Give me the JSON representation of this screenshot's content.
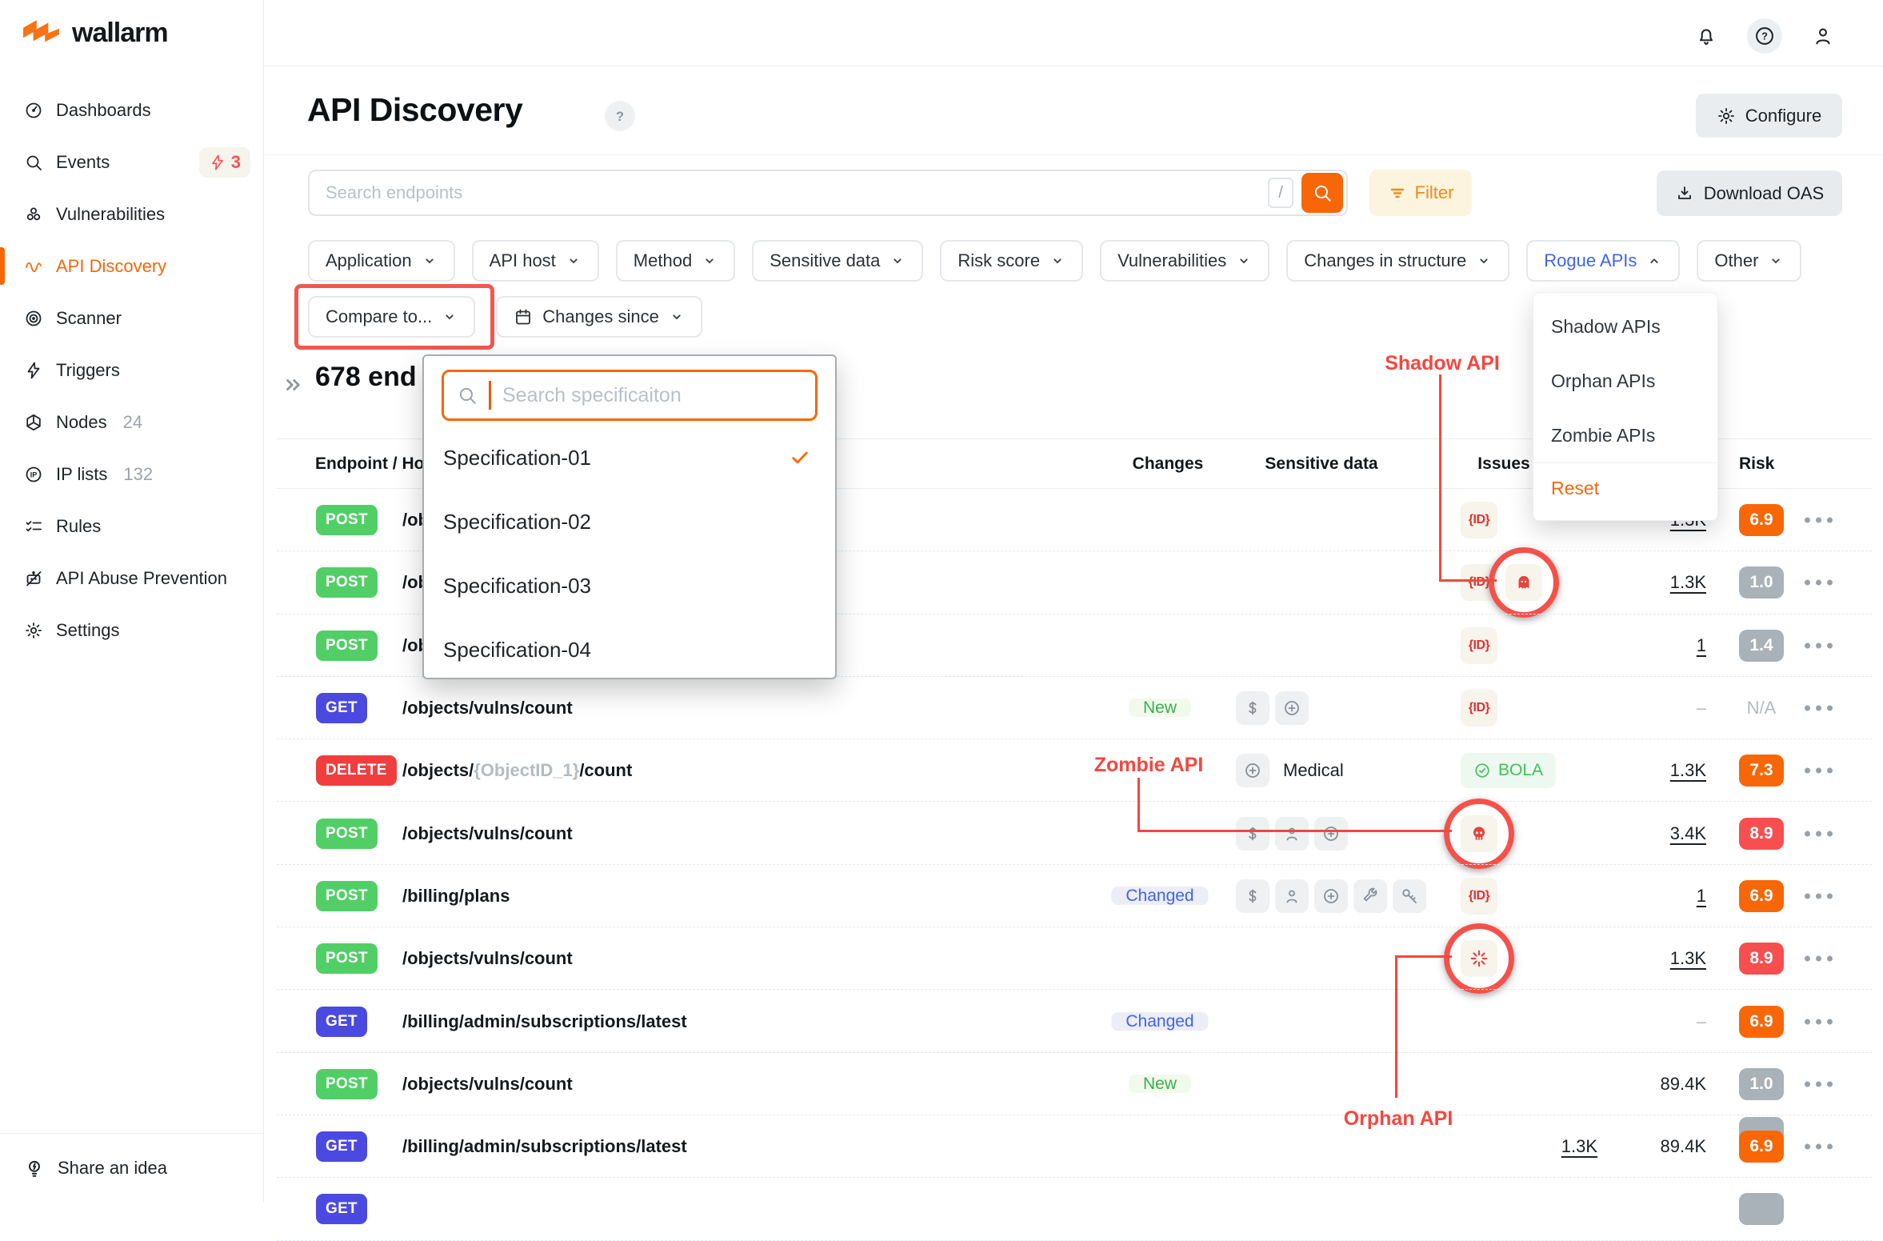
{
  "brand": {
    "name": "wallarm"
  },
  "topbar": {
    "icons": [
      {
        "name": "bell"
      },
      {
        "name": "help"
      },
      {
        "name": "user"
      }
    ]
  },
  "page": {
    "title": "API Discovery",
    "configure_label": "Configure"
  },
  "search": {
    "placeholder": "Search endpoints",
    "shortcut_key": "/",
    "filter_label": "Filter",
    "download_label": "Download OAS"
  },
  "sidebar": {
    "items": [
      {
        "icon": "gauge",
        "label": "Dashboards"
      },
      {
        "icon": "search",
        "label": "Events",
        "badge": "3"
      },
      {
        "icon": "biohazard",
        "label": "Vulnerabilities"
      },
      {
        "icon": "pulse",
        "label": "API Discovery",
        "active": true
      },
      {
        "icon": "scanner",
        "label": "Scanner"
      },
      {
        "icon": "bolt",
        "label": "Triggers"
      },
      {
        "icon": "nodes",
        "label": "Nodes",
        "count": "24"
      },
      {
        "icon": "ip",
        "label": "IP lists",
        "count": "132"
      },
      {
        "icon": "rules",
        "label": "Rules"
      },
      {
        "icon": "robot",
        "label": "API Abuse Prevention"
      },
      {
        "icon": "gear",
        "label": "Settings"
      }
    ],
    "footer_label": "Share an idea"
  },
  "filters": {
    "chips": [
      {
        "label": "Application",
        "state": "closed"
      },
      {
        "label": "API host",
        "state": "closed"
      },
      {
        "label": "Method",
        "state": "closed"
      },
      {
        "label": "Sensitive data",
        "state": "closed"
      },
      {
        "label": "Risk score",
        "state": "closed"
      },
      {
        "label": "Vulnerabilities",
        "state": "closed"
      },
      {
        "label": "Changes in structure",
        "state": "closed"
      },
      {
        "label": "Rogue APIs",
        "state": "open",
        "accent": true
      },
      {
        "label": "Other",
        "state": "closed"
      }
    ],
    "compare_label": "Compare to...",
    "changes_since_label": "Changes since"
  },
  "rogue_menu": {
    "items": [
      "Shadow APIs",
      "Orphan APIs",
      "Zombie APIs"
    ],
    "reset_label": "Reset"
  },
  "spec_menu": {
    "search_placeholder": "Search specificaiton",
    "items": [
      {
        "label": "Specification-01",
        "checked": true
      },
      {
        "label": "Specification-02",
        "checked": false
      },
      {
        "label": "Specification-03",
        "checked": false
      },
      {
        "label": "Specification-04",
        "checked": false
      }
    ]
  },
  "table": {
    "heading": "678 end",
    "columns": [
      "Endpoint / Ho",
      "Changes",
      "Sensitive data",
      "Issues",
      "Risk"
    ],
    "rows": [
      {
        "method": "POST",
        "path": [
          {
            "t": "/ob"
          }
        ],
        "changes": "",
        "sensitive": [],
        "issues": [
          {
            "type": "id"
          }
        ],
        "b": {
          "t": "1.3K",
          "link": true
        },
        "risk": {
          "v": "6.9",
          "c": "orange"
        }
      },
      {
        "method": "POST",
        "path": [
          {
            "t": "/ob"
          }
        ],
        "changes": "",
        "sensitive": [],
        "issues": [
          {
            "type": "id"
          },
          {
            "type": "ghost",
            "circled": true
          }
        ],
        "b": {
          "t": "1.3K",
          "link": true
        },
        "risk": {
          "v": "1.0",
          "c": "gray"
        }
      },
      {
        "method": "POST",
        "path": [
          {
            "t": "/ob"
          }
        ],
        "changes": "",
        "sensitive": [],
        "issues": [
          {
            "type": "id"
          }
        ],
        "b": {
          "t": "1",
          "link": true
        },
        "risk": {
          "v": "1.4",
          "c": "gray"
        }
      },
      {
        "method": "GET",
        "path": [
          {
            "t": "/objects/vulns/count"
          }
        ],
        "changes": "New",
        "sensitive": [
          "dollar",
          "medical"
        ],
        "issues": [
          {
            "type": "id"
          }
        ],
        "b": {
          "t": "–"
        },
        "risk": {
          "v": "N/A",
          "c": "na"
        }
      },
      {
        "method": "DELETE",
        "path": [
          {
            "t": "/objects/"
          },
          {
            "t": "{ObjectID_1}",
            "muted": true
          },
          {
            "t": "/count"
          }
        ],
        "changes": "",
        "sensitive": [
          "medical"
        ],
        "sensitive_label": "Medical",
        "issues": [
          {
            "type": "bola",
            "label": "BOLA"
          }
        ],
        "b": {
          "t": "1.3K",
          "link": true
        },
        "risk": {
          "v": "7.3",
          "c": "orange"
        }
      },
      {
        "method": "POST",
        "path": [
          {
            "t": "/objects/vulns/count"
          }
        ],
        "changes": "",
        "sensitive": [
          "dollar",
          "person",
          "medical"
        ],
        "issues": [
          {
            "type": "skull",
            "circled": true
          }
        ],
        "b": {
          "t": "3.4K",
          "link": true
        },
        "risk": {
          "v": "8.9",
          "c": "red"
        }
      },
      {
        "method": "POST",
        "path": [
          {
            "t": "/billing/plans"
          }
        ],
        "changes": "Changed",
        "sensitive": [
          "dollar",
          "person",
          "medical",
          "wrench",
          "key"
        ],
        "issues": [
          {
            "type": "id"
          }
        ],
        "b": {
          "t": "1",
          "link": true
        },
        "risk": {
          "v": "6.9",
          "c": "orange"
        }
      },
      {
        "method": "POST",
        "path": [
          {
            "t": "/objects/vulns/count"
          }
        ],
        "changes": "",
        "sensitive": [],
        "issues": [
          {
            "type": "burst",
            "circled": true
          }
        ],
        "b": {
          "t": "1.3K",
          "link": true
        },
        "risk": {
          "v": "8.9",
          "c": "red"
        }
      },
      {
        "method": "GET",
        "path": [
          {
            "t": "/billing/admin/subscriptions/latest"
          }
        ],
        "changes": "Changed",
        "sensitive": [],
        "issues": [],
        "b": {
          "t": "–"
        },
        "risk": {
          "v": "6.9",
          "c": "orange"
        }
      },
      {
        "method": "POST",
        "path": [
          {
            "t": "/objects/vulns/count"
          }
        ],
        "changes": "New",
        "sensitive": [],
        "issues": [],
        "b": {
          "t": "89.4K"
        },
        "risk": {
          "v": "1.0",
          "c": "gray"
        }
      },
      {
        "method": "GET",
        "path": [
          {
            "t": "/billing/admin/subscriptions/latest"
          }
        ],
        "changes": "",
        "sensitive": [],
        "issues": [],
        "a": {
          "t": "1.3K",
          "link": true
        },
        "b": {
          "t": "89.4K"
        },
        "risk": {
          "v": "6.9",
          "c": "orange"
        },
        "ghost_badge": true
      },
      {
        "method": "GET",
        "path": [],
        "changes": "",
        "sensitive": [],
        "issues": [],
        "risk": {
          "v": "",
          "c": "gray"
        }
      }
    ]
  },
  "annotations": {
    "shadow_label": "Shadow API",
    "zombie_label": "Zombie API",
    "orphan_label": "Orphan API"
  },
  "colors": {
    "accent_orange": "#f76707",
    "annotation_red": "#f4473f",
    "rogue_chip_text": "#4263eb",
    "method_post": "#51cf66",
    "method_get": "#4a4ae0",
    "method_delete": "#f03e3e",
    "risk_orange": "#f76707",
    "risk_red": "#f74f4f",
    "risk_gray": "#a9b1b9",
    "new_green": "#37b24d",
    "changed_blue": "#4263eb",
    "bola_green": "#40c057",
    "id_red": "#e03131"
  }
}
